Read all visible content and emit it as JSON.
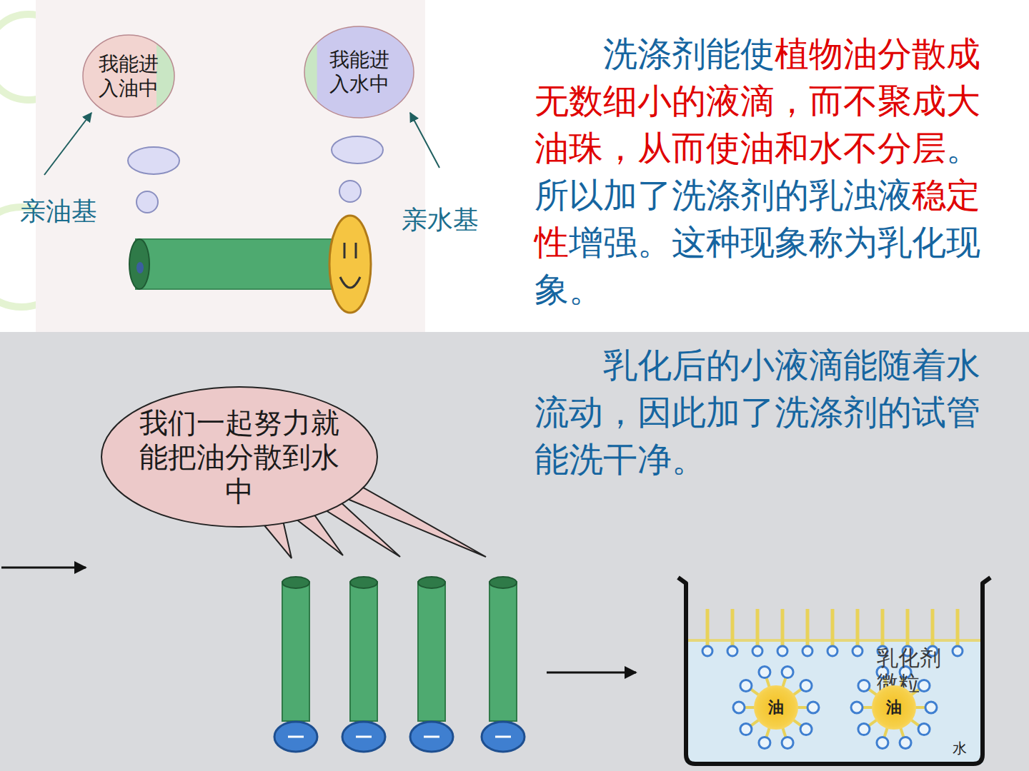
{
  "diagram": {
    "nodes": [
      {
        "text": [
          "我能进入油中"
        ]
      },
      {
        "text": [
          "我能进入水中"
        ]
      },
      {
        "text": [
          "我们一起努力就能把油分散到水中"
        ]
      },
      {
        "text": [
          "乳化剂 微粒",
          "水"
        ]
      },
      {
        "text": [
          "油"
        ],
        "in": 3
      },
      {
        "text": [
          "油"
        ],
        "in": 3
      }
    ],
    "labels": [
      "亲油基",
      "亲水基",
      "洗涤剂能使",
      "植物油分散成无数细小的液滴，而不聚成大油珠，从而使油和水不分层",
      "。所以加了洗涤剂的乳浊液",
      "稳定性",
      "增强。这种现象称为乳化现象。",
      "乳化后的小液滴能随着水流动，因此加了洗涤剂的试管能洗干净。"
    ]
  }
}
